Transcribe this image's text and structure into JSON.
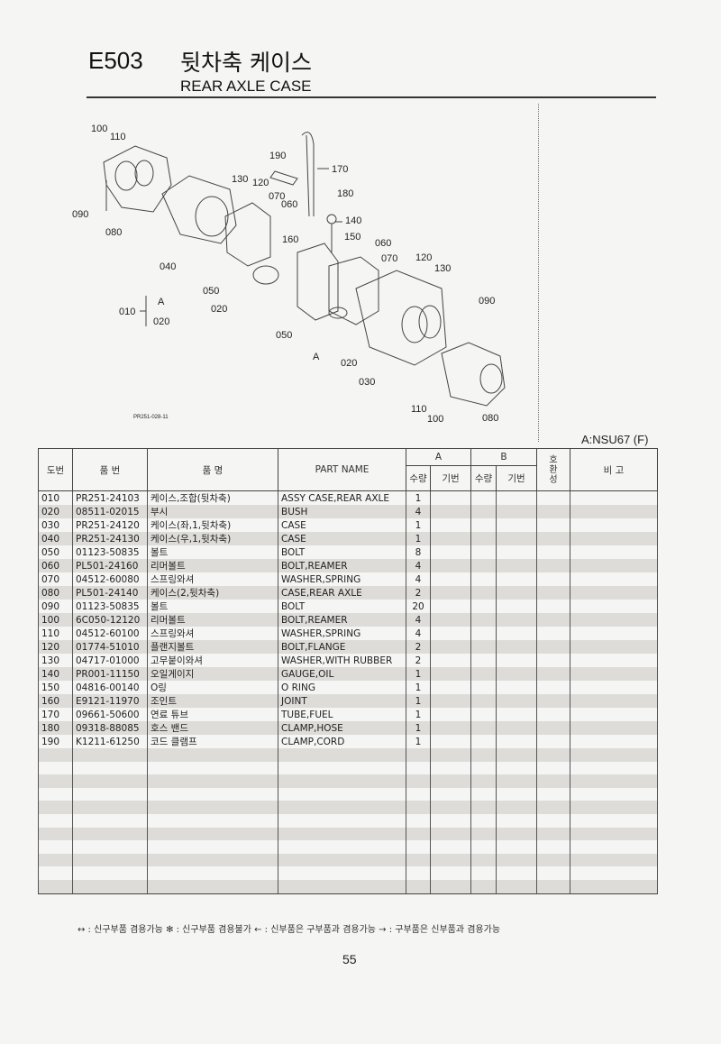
{
  "header": {
    "code": "E503",
    "title_ko": "뒷차축 케이스",
    "title_en": "REAR AXLE CASE"
  },
  "diagram": {
    "drawing_no": "PR251-028-11",
    "callouts": [
      "100",
      "110",
      "090",
      "080",
      "040",
      "130",
      "120",
      "070",
      "060",
      "190",
      "170",
      "180",
      "140",
      "160",
      "150",
      "060",
      "070",
      "120",
      "130",
      "090",
      "050",
      "020",
      "010",
      "A",
      "020",
      "050",
      "A",
      "020",
      "030",
      "110",
      "100",
      "080"
    ]
  },
  "model_note": "A:NSU67 (F)",
  "table": {
    "headers": {
      "ref": "도번",
      "part_no": "품  번",
      "name_ko": "품        명",
      "part_name": "PART NAME",
      "a": "A",
      "b": "B",
      "qty": "수량",
      "serial": "기번",
      "compat": "호환성",
      "remarks": "비    고"
    },
    "rows": [
      {
        "ref": "010",
        "part_no": "PR251-24103",
        "name_ko": "케이스,조합(뒷차축)",
        "part_name": "ASSY CASE,REAR AXLE",
        "qty_a": "1"
      },
      {
        "ref": "020",
        "part_no": "08511-02015",
        "name_ko": "부시",
        "part_name": "BUSH",
        "qty_a": "4"
      },
      {
        "ref": "030",
        "part_no": "PR251-24120",
        "name_ko": "케이스(좌,1,뒷차축)",
        "part_name": "CASE",
        "qty_a": "1"
      },
      {
        "ref": "040",
        "part_no": "PR251-24130",
        "name_ko": "케이스(우,1,뒷차축)",
        "part_name": "CASE",
        "qty_a": "1"
      },
      {
        "ref": "050",
        "part_no": "01123-50835",
        "name_ko": "볼트",
        "part_name": "BOLT",
        "qty_a": "8"
      },
      {
        "ref": "060",
        "part_no": "PL501-24160",
        "name_ko": "리머볼트",
        "part_name": "BOLT,REAMER",
        "qty_a": "4"
      },
      {
        "ref": "070",
        "part_no": "04512-60080",
        "name_ko": "스프링와셔",
        "part_name": "WASHER,SPRING",
        "qty_a": "4"
      },
      {
        "ref": "080",
        "part_no": "PL501-24140",
        "name_ko": "케이스(2,뒷차축)",
        "part_name": "CASE,REAR AXLE",
        "qty_a": "2"
      },
      {
        "ref": "090",
        "part_no": "01123-50835",
        "name_ko": "볼트",
        "part_name": "BOLT",
        "qty_a": "20"
      },
      {
        "ref": "100",
        "part_no": "6C050-12120",
        "name_ko": "리머볼트",
        "part_name": "BOLT,REAMER",
        "qty_a": "4"
      },
      {
        "ref": "110",
        "part_no": "04512-60100",
        "name_ko": "스프링와셔",
        "part_name": "WASHER,SPRING",
        "qty_a": "4"
      },
      {
        "ref": "120",
        "part_no": "01774-51010",
        "name_ko": "플랜지볼트",
        "part_name": "BOLT,FLANGE",
        "qty_a": "2"
      },
      {
        "ref": "130",
        "part_no": "04717-01000",
        "name_ko": "고무붙이와셔",
        "part_name": "WASHER,WITH RUBBER",
        "qty_a": "2"
      },
      {
        "ref": "140",
        "part_no": "PR001-11150",
        "name_ko": "오일게이지",
        "part_name": "GAUGE,OIL",
        "qty_a": "1"
      },
      {
        "ref": "150",
        "part_no": "04816-00140",
        "name_ko": "O링",
        "part_name": "O RING",
        "qty_a": "1"
      },
      {
        "ref": "160",
        "part_no": "E9121-11970",
        "name_ko": "조인트",
        "part_name": "JOINT",
        "qty_a": "1"
      },
      {
        "ref": "170",
        "part_no": "09661-50600",
        "name_ko": "연료 튜브",
        "part_name": "TUBE,FUEL",
        "qty_a": "1"
      },
      {
        "ref": "180",
        "part_no": "09318-88085",
        "name_ko": "호스 밴드",
        "part_name": "CLAMP,HOSE",
        "qty_a": "1"
      },
      {
        "ref": "190",
        "part_no": "K1211-61250",
        "name_ko": "코드 클램프",
        "part_name": "CLAMP,CORD",
        "qty_a": "1"
      }
    ]
  },
  "legend": "↔ : 신구부품 겸용가능     ✻ : 신구부품 겸용불가     ← : 신부품은 구부품과 겸용가능     → : 구부품은 신부품과 겸용가능",
  "page_number": "55"
}
